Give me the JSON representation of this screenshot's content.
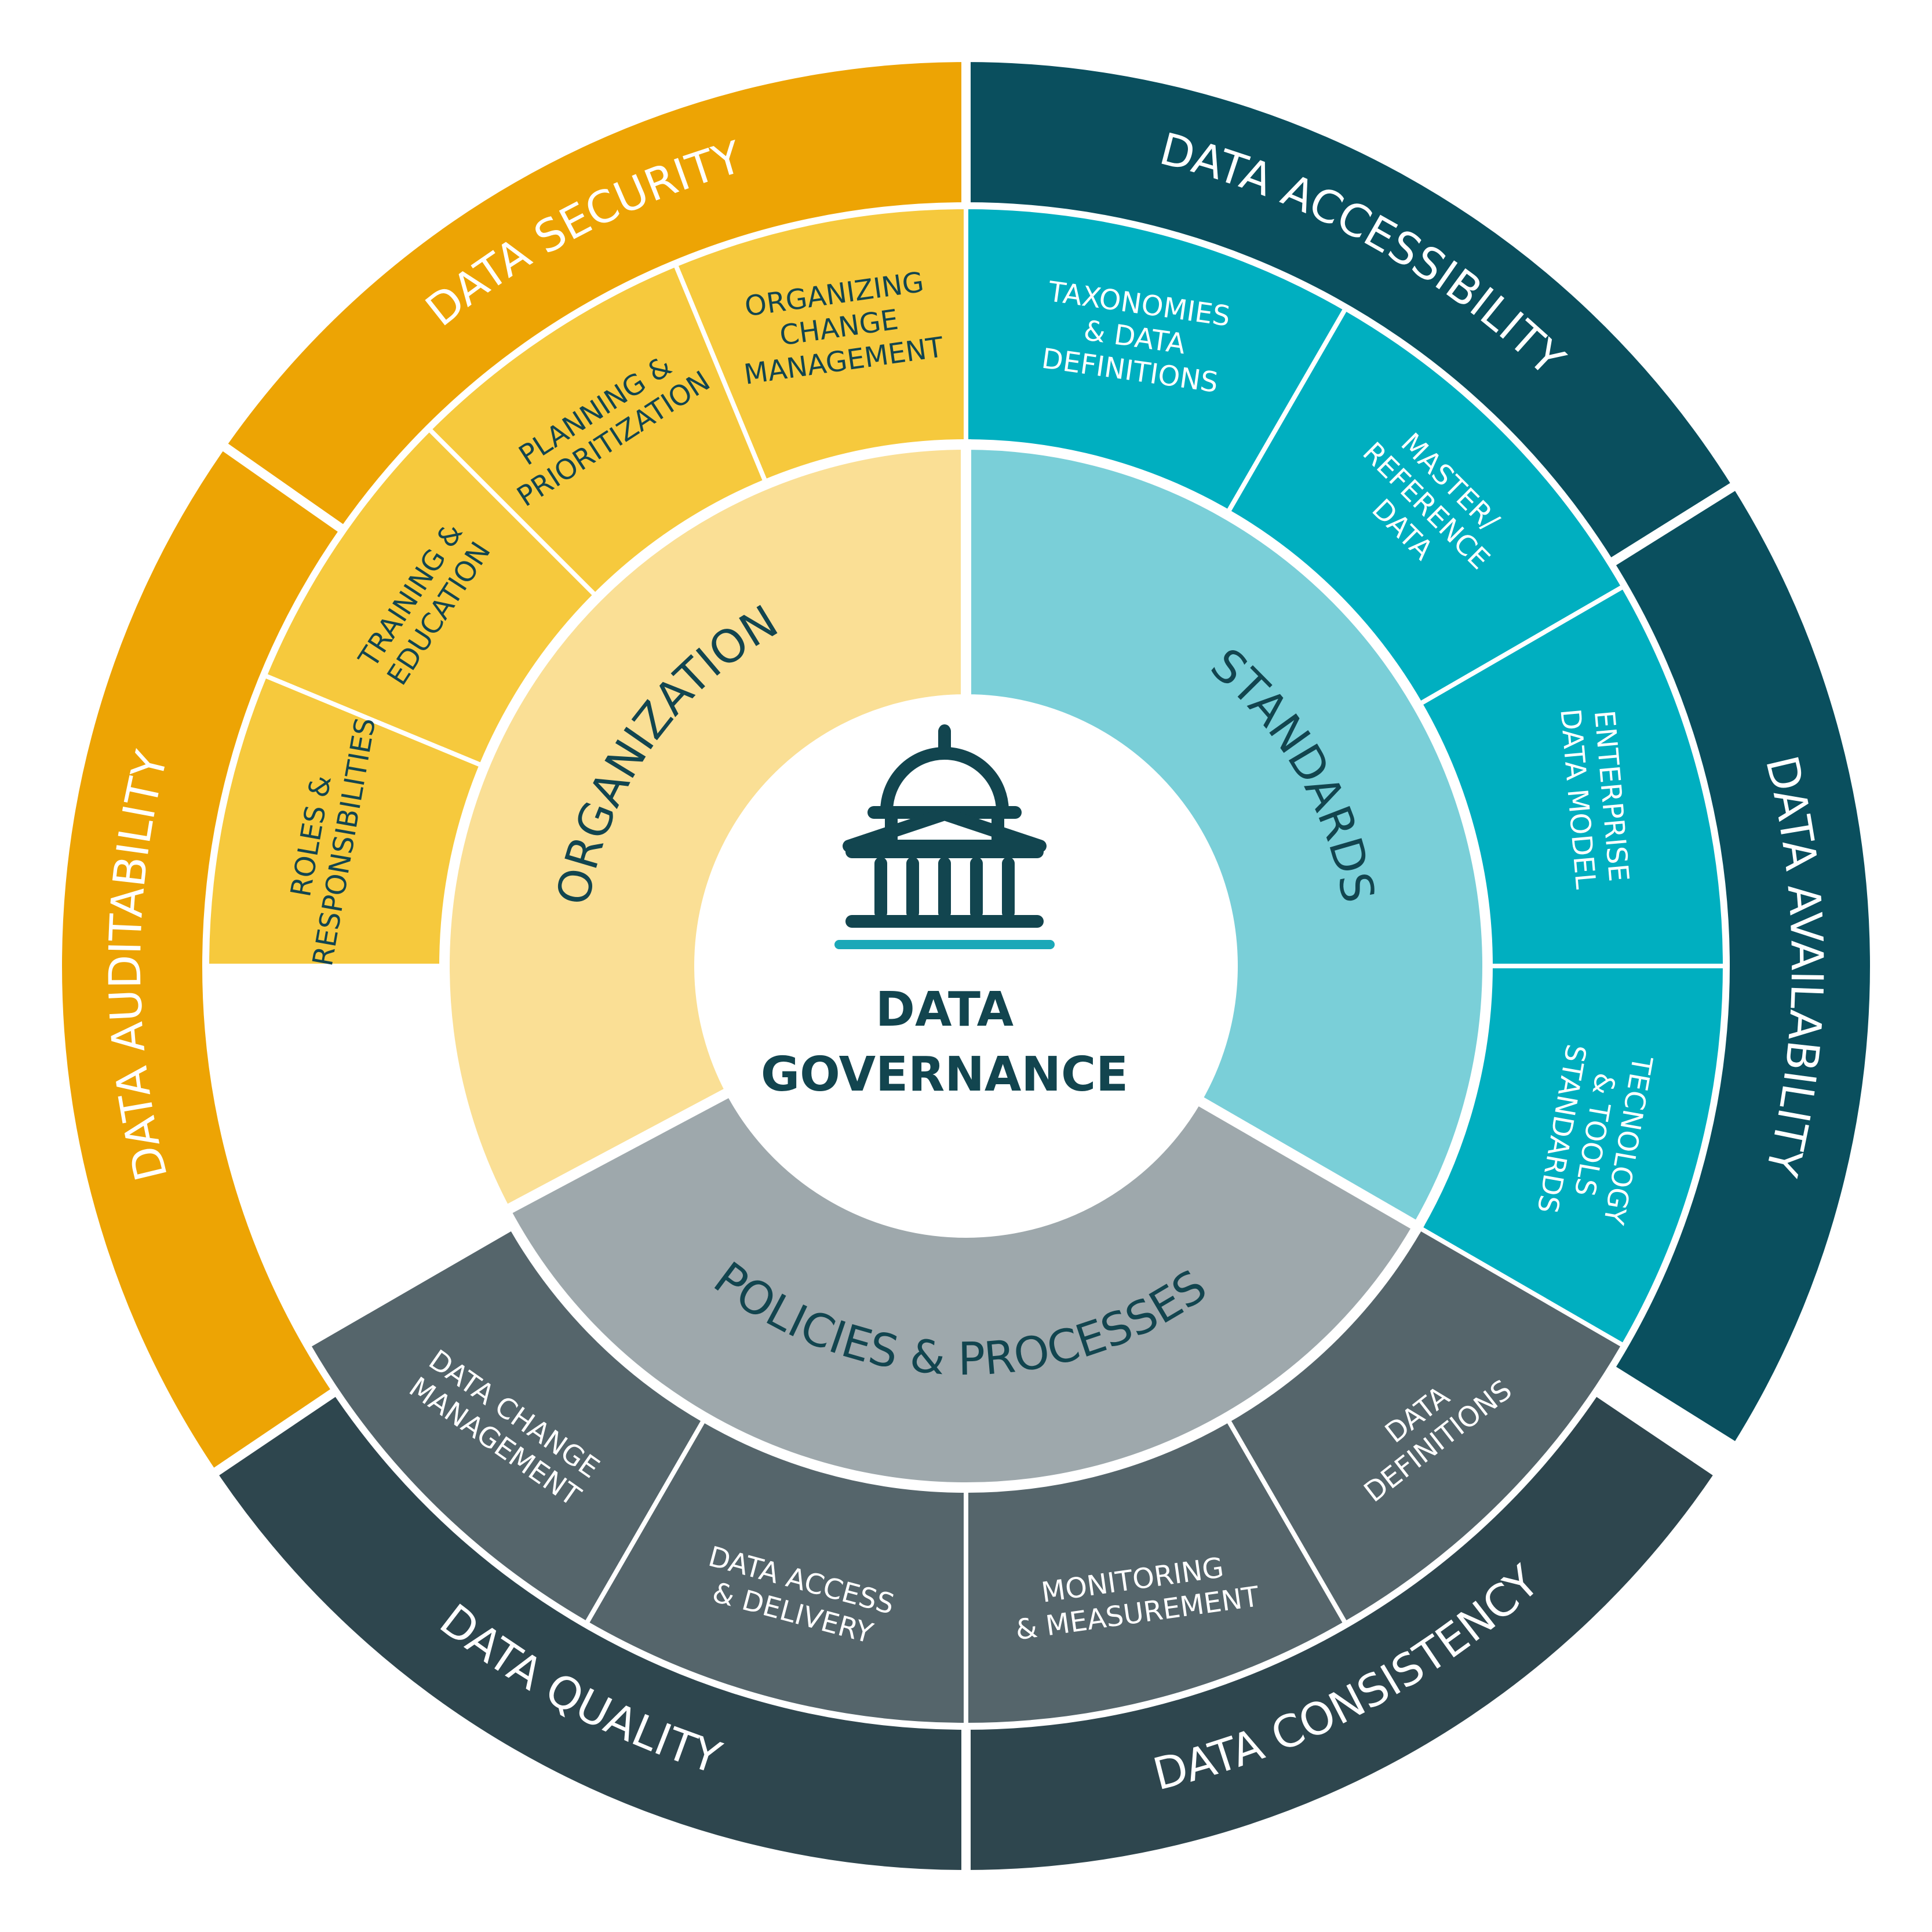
{
  "center": {
    "title_lines": [
      "DATA",
      "GOVERNANCE"
    ],
    "icon": "capitol-building-icon"
  },
  "pillars": [
    {
      "key": "organization",
      "label": "ORGANIZATION",
      "color": "#FADF95"
    },
    {
      "key": "standards",
      "label": "STANDARDS",
      "color": "#7ACFD8"
    },
    {
      "key": "policies",
      "label": "POLICIES & PROCESSES",
      "color": "#9EA8AC"
    }
  ],
  "activities": [
    {
      "key": "organizing-change-management",
      "lines": [
        "ORGANIZING",
        "CHANGE",
        "MANAGEMENT"
      ],
      "color": "#F6C93D",
      "text_color": "#12454F"
    },
    {
      "key": "planning-prioritization",
      "lines": [
        "PLANNING &",
        "PRIORITIZATION"
      ],
      "color": "#F6C93D",
      "text_color": "#12454F"
    },
    {
      "key": "training-education",
      "lines": [
        "TRAINING &",
        "EDUCATION"
      ],
      "color": "#F6C93D",
      "text_color": "#12454F"
    },
    {
      "key": "roles-responsibilities",
      "lines": [
        "ROLES &",
        "RESPONSIBILITIES"
      ],
      "color": "#F6C93D",
      "text_color": "#12454F"
    },
    {
      "key": "taxonomies-data-definitions",
      "lines": [
        "TAXONOMIES",
        "& DATA",
        "DEFINITIONS"
      ],
      "color": "#00AFC0",
      "text_color": "#FFFFFF"
    },
    {
      "key": "master-reference-data",
      "lines": [
        "MASTER/",
        "REFERENCE",
        "DATA"
      ],
      "color": "#00AFC0",
      "text_color": "#FFFFFF"
    },
    {
      "key": "enterprise-data-model",
      "lines": [
        "ENTERPRISE",
        "DATA MODEL"
      ],
      "color": "#00AFC0",
      "text_color": "#FFFFFF"
    },
    {
      "key": "tecnology-tools-standards",
      "lines": [
        "TECNOLOGY",
        "& TOOLS",
        "STANDARDS"
      ],
      "color": "#00AFC0",
      "text_color": "#FFFFFF"
    },
    {
      "key": "data-change-management",
      "lines": [
        "DATA CHANGE",
        "MANAGEMENT"
      ],
      "color": "#55656B",
      "text_color": "#FFFFFF"
    },
    {
      "key": "data-access-delivery",
      "lines": [
        "DATA ACCESS",
        "& DELIVERY"
      ],
      "color": "#55656B",
      "text_color": "#FFFFFF"
    },
    {
      "key": "monitoring-measurement",
      "lines": [
        "MONITORING",
        "& MEASUREMENT"
      ],
      "color": "#55656B",
      "text_color": "#FFFFFF"
    },
    {
      "key": "data-definitions",
      "lines": [
        "DATA",
        "DEFINITIONS"
      ],
      "color": "#55656B",
      "text_color": "#FFFFFF"
    }
  ],
  "outcomes": [
    {
      "key": "data-security",
      "label": "DATA SECURITY",
      "color": "#EDA404"
    },
    {
      "key": "data-auditability",
      "label": "DATA AUDITABILITY",
      "color": "#EDA404"
    },
    {
      "key": "data-accessibility",
      "label": "DATA ACCESSIBILITY",
      "color": "#0A4F5E"
    },
    {
      "key": "data-availability",
      "label": "DATA AVAILABILITY",
      "color": "#0A4F5E"
    },
    {
      "key": "data-quality",
      "label": "DATA QUALITY",
      "color": "#2E464E"
    },
    {
      "key": "data-consistency",
      "label": "DATA CONSISTENCY",
      "color": "#2E464E"
    }
  ],
  "colors": {
    "center_fill": "#FFFFFF",
    "dark_text": "#12454F",
    "accent_teal": "#1AA8B8",
    "divider": "#FFFFFF"
  }
}
